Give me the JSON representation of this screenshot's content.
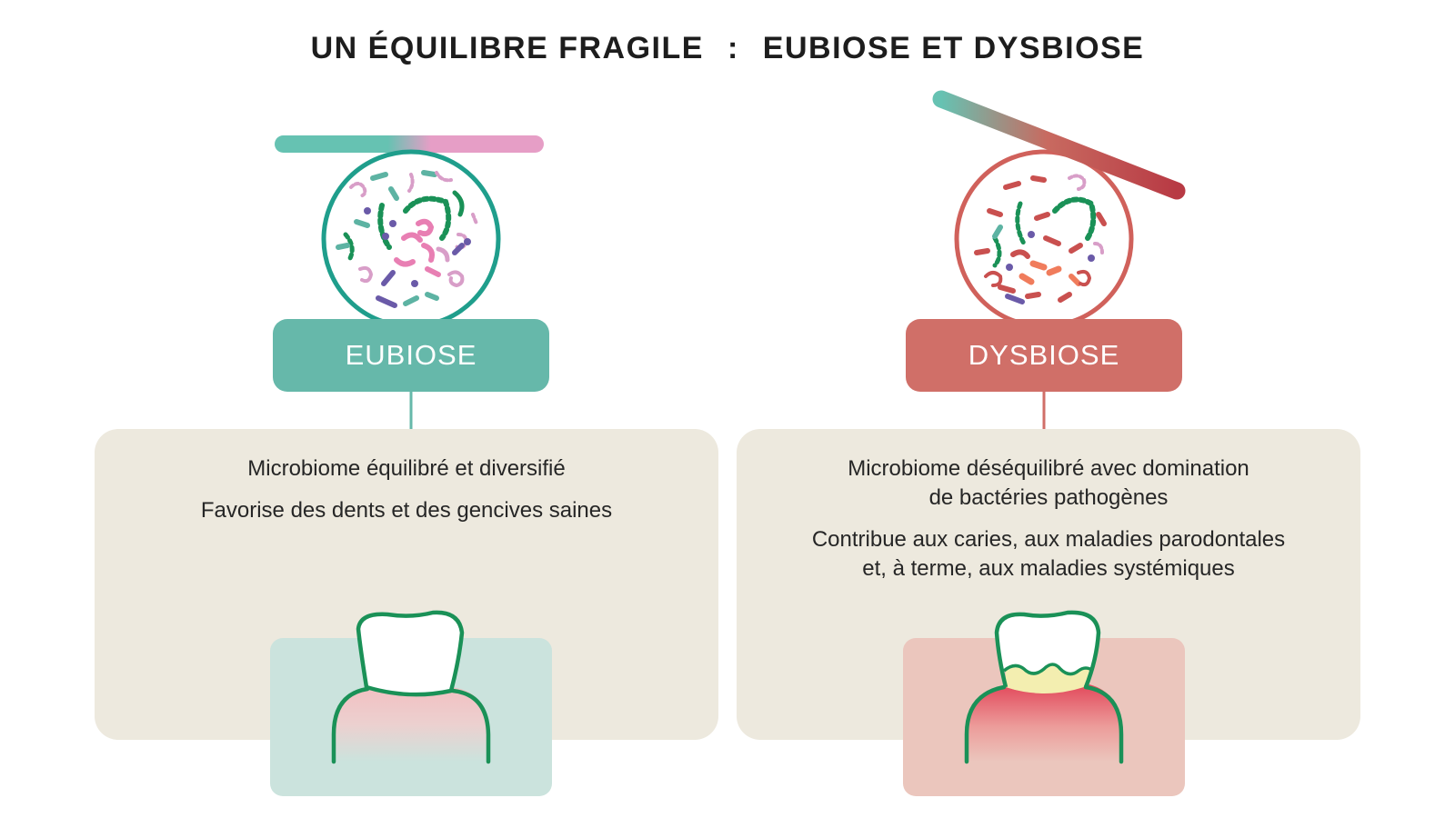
{
  "title": {
    "part1": "UN ÉQUILIBRE FRAGILE",
    "separator": ":",
    "part2": "EUBIOSE ET DYSBIOSE"
  },
  "eubiose": {
    "label": "EUBIOSE",
    "lines": [
      "Microbiome équilibré et diversifié",
      "Favorise des dents et des gencives saines"
    ],
    "colors": {
      "label_bg": "#66b8aa",
      "circle": "#1f9e8c",
      "panel": "#cbe3dd",
      "gum": "#f1c4c4"
    },
    "balance_level": 0.5,
    "icons": [
      "microbiome-circle-icon",
      "healthy-tooth-icon",
      "balance-bar-icon"
    ]
  },
  "dysbiose": {
    "label": "DYSBIOSE",
    "lines": [
      "Microbiome déséquilibré avec domination\nde bactéries pathogènes",
      "Contribue aux caries, aux maladies parodontales\net, à terme, aux maladies systémiques"
    ],
    "colors": {
      "label_bg": "#d06f68",
      "circle": "#d0615b",
      "panel": "#ebc6bd",
      "gum": "#e65a66",
      "plaque": "#f3eeb0"
    },
    "balance_level": 0.15,
    "icons": [
      "microbiome-circle-icon",
      "plaque-tooth-icon",
      "tilted-balance-bar-icon"
    ]
  },
  "colors": {
    "green_stroke": "#1a9157",
    "teal": "#66c2b2",
    "pink": "#e69ec6",
    "red": "#b83a44"
  }
}
